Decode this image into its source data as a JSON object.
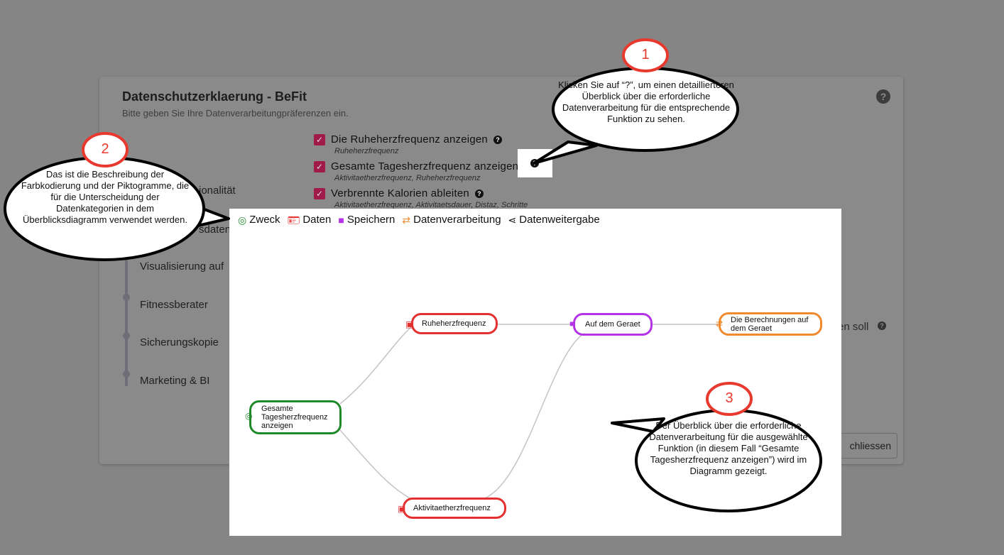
{
  "dialog": {
    "title": "Datenschutzerklaerung - BeFit",
    "subtitle": "Bitte geben Sie Ihre Datenverarbeitungpräferenzen ein.",
    "help": "?",
    "checkboxes": [
      {
        "label": "Die Ruheherzfrequenz anzeigen",
        "desc": "Ruheherzfrequenz",
        "checked": true
      },
      {
        "label": "Gesamte Tagesherzfrequenz anzeigen",
        "desc": "Aktivitaetherzfrequenz, Ruheherzfrequenz",
        "checked": true
      },
      {
        "label": "Verbrennte Kalorien ableiten",
        "desc": "Aktivitaetherzfrequenz, Aktivitaetsdauer, Distaz, Schritte",
        "checked": true
      }
    ],
    "sidebar": [
      "ionalität",
      "sdaten",
      "Visualisierung auf",
      "Fitnessberater",
      "Sicherungskopie",
      "Marketing & BI"
    ],
    "behind_text": "en soll",
    "close_button": "chliessen"
  },
  "legend": [
    {
      "label": "Zweck",
      "icon": "target-icon",
      "color": "#1e8a2a"
    },
    {
      "label": "Daten",
      "icon": "id-card-icon",
      "color": "#e53030"
    },
    {
      "label": "Speichern",
      "icon": "archive-icon",
      "color": "#b533e6"
    },
    {
      "label": "Datenverarbeitung",
      "icon": "sync-icon",
      "color": "#f08a2e"
    },
    {
      "label": "Datenweitergabe",
      "icon": "share-icon",
      "color": "#111111"
    }
  ],
  "nodes": {
    "purpose": "Gesamte Tagesherzfrequenz anzeigen",
    "data1": "Ruheherzfrequenz",
    "data2": "Aktivitaetherzfrequenz",
    "storage": "Auf dem Geraet",
    "processing": "Die Berechnungen auf dem Geraet"
  },
  "callouts": {
    "c1": {
      "number": "1",
      "text": "Klicken Sie auf “?”, um einen detaillierteren Überblick über die erforderliche Datenverarbeitung für die entsprechende Funktion zu sehen."
    },
    "c2": {
      "number": "2",
      "text": "Das ist die Beschreibung der Farbkodierung und der Piktogramme, die für die Unterscheidung der Datenkategorien in dem Überblicksdiagramm verwendet werden."
    },
    "c3": {
      "number": "3",
      "text": "Der Überblick über die erforderliche Datenverarbeitung für die ausgewählte Funktion (in diesem Fall “Gesamte Tagesherzfrequenz anzeigen”) wird im Diagramm gezeigt."
    }
  }
}
